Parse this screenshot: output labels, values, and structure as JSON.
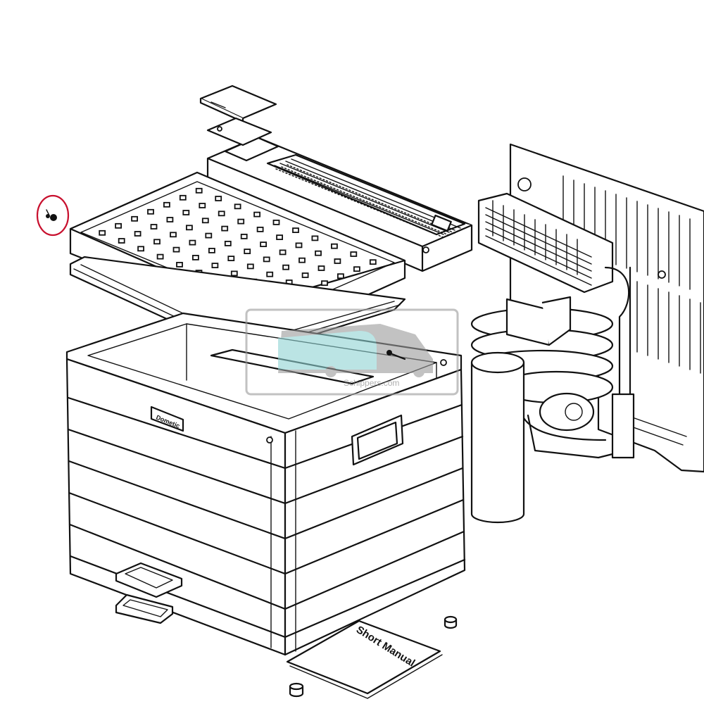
{
  "diagram": {
    "manual_cover_text": "Short Manual",
    "badge_text": "Dometic",
    "watermark_text": "Schippers.com",
    "highlight_color": "#c8102e",
    "watermark_color": "#8fd3d3",
    "watermark_van_color": "#9a9a9a",
    "highlighted_part": "screw-icon"
  }
}
